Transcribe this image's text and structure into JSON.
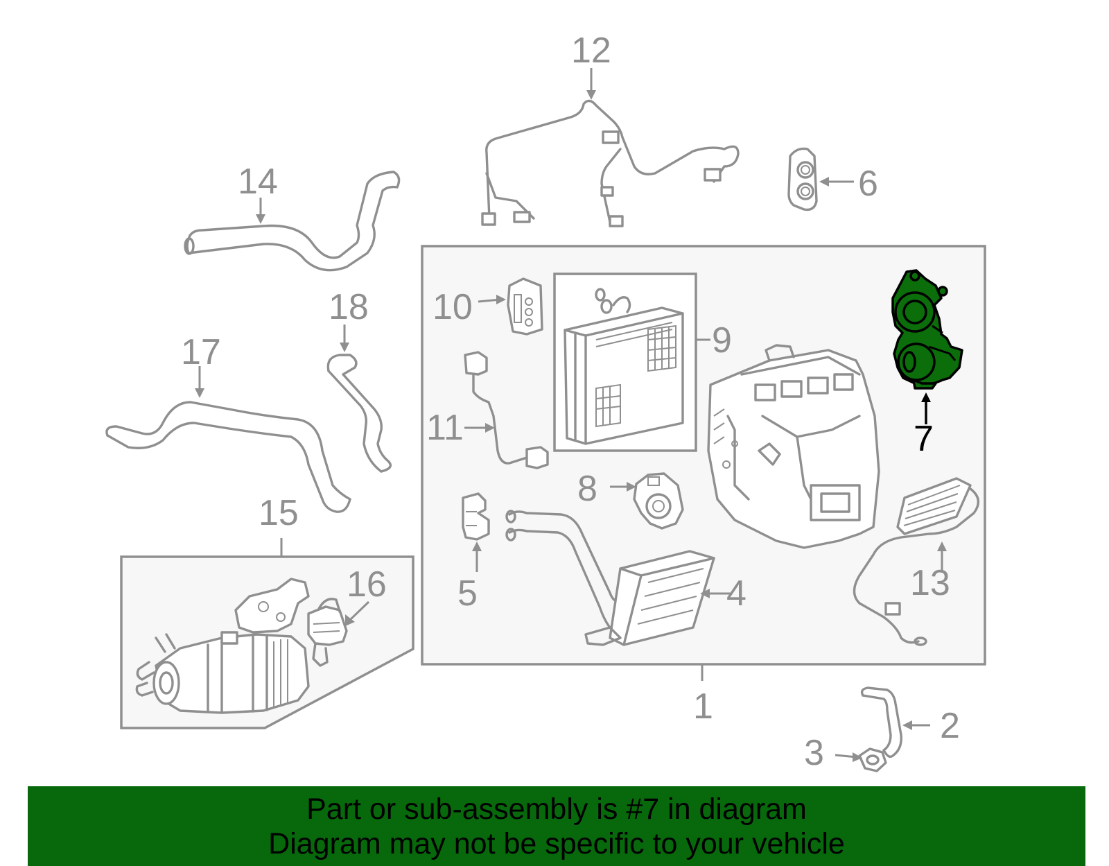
{
  "callouts": [
    {
      "id": "1",
      "text": "1"
    },
    {
      "id": "2",
      "text": "2"
    },
    {
      "id": "3",
      "text": "3"
    },
    {
      "id": "4",
      "text": "4"
    },
    {
      "id": "5",
      "text": "5"
    },
    {
      "id": "6",
      "text": "6"
    },
    {
      "id": "7",
      "text": "7"
    },
    {
      "id": "8",
      "text": "8"
    },
    {
      "id": "9",
      "text": "9"
    },
    {
      "id": "10",
      "text": "10"
    },
    {
      "id": "11",
      "text": "11"
    },
    {
      "id": "12",
      "text": "12"
    },
    {
      "id": "13",
      "text": "13"
    },
    {
      "id": "14",
      "text": "14"
    },
    {
      "id": "15",
      "text": "15"
    },
    {
      "id": "16",
      "text": "16"
    },
    {
      "id": "17",
      "text": "17"
    },
    {
      "id": "18",
      "text": "18"
    }
  ],
  "highlighted_part": "7",
  "colors": {
    "line_gray": "#8f8f8f",
    "highlight_green": "#0b6e0b",
    "banner_green": "#07690b"
  },
  "banner": {
    "line1": "Part or sub-assembly is #7 in diagram",
    "line2": "Diagram may not be specific to your vehicle"
  }
}
